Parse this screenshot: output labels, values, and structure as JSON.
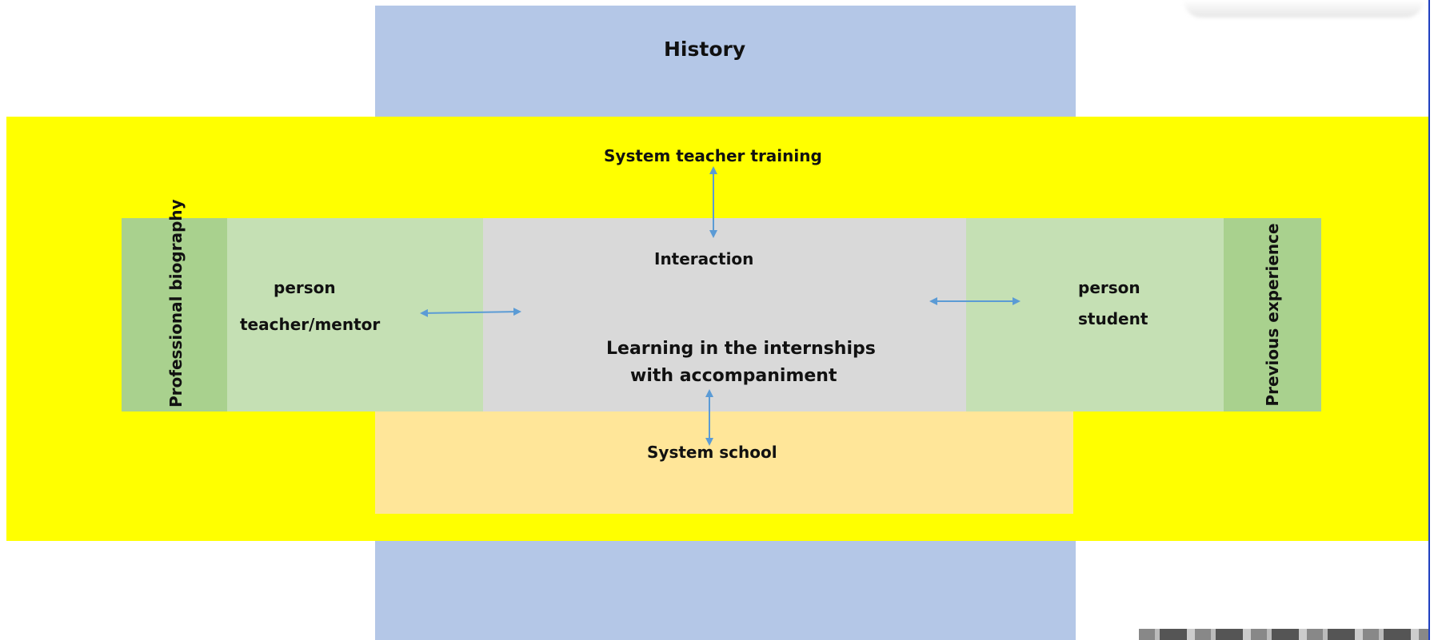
{
  "diagram": {
    "history_label": "History",
    "system_teacher_training_label": "System teacher training",
    "interaction_label": "Interaction",
    "learning_label_line1": "Learning in the internships",
    "learning_label_line2": "with accompaniment",
    "system_school_label": "System school",
    "left_person_label": "person",
    "left_role_label": "teacher/mentor",
    "right_person_label": "person",
    "right_role_label": "student",
    "left_side_label": "Professional biography",
    "right_side_label": "Previous experience"
  },
  "colors": {
    "history_blue": "#b4c7e7",
    "system_yellow": "#ffff00",
    "person_green_light": "#c5e0b4",
    "side_green_dark": "#a9d18e",
    "center_gray": "#d9d9d9",
    "school_peach": "#ffe699",
    "arrow_blue": "#5b9bd5",
    "edge_line_blue": "#1f3fbf"
  }
}
